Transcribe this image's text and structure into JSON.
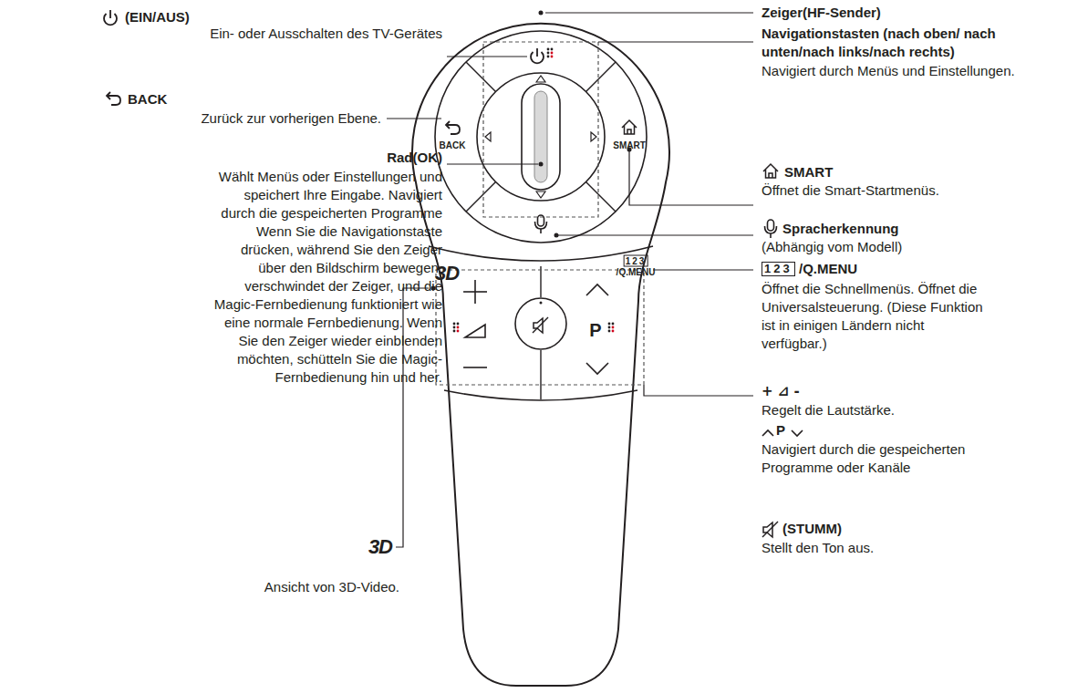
{
  "diagram": {
    "labels": [
      "(EIN/AUS)",
      "Ein- oder Ausschalten des TV-Gerätes",
      "BACK",
      "Zurück zur vorherigen Ebene.",
      "Rad(OK)",
      "Wählt Menüs oder Einstellungen und speichert Ihre Eingabe. Navigiert durch die gespeicherten Programme Wenn Sie die Navigationstaste drücken, während Sie den Zeiger über den Bildschirm bewegen, verschwindet der Zeiger, und die Magic-Fernbedienung funktioniert wie eine normale Fernbedienung. Wenn Sie den Zeiger wieder einblenden möchten, schütteln Sie die Magic-Fernbedienung hin und her.",
      "3D",
      "Ansicht von 3D-Video.",
      "Zeiger(HF-Sender)",
      "Navigationstasten (nach oben/ nach unten/nach links/nach rechts)",
      "Navigiert durch Menüs und Einstellungen.",
      "SMART",
      "Öffnet die Smart-Startmenüs.",
      "Spracherkennung",
      "(Abhängig vom Modell)",
      "123",
      "/Q.MENU",
      "Öffnet die Schnellmenüs. Öffnet die Universalsteuerung. (Diese Funktion ist in einigen Ländern nicht verfügbar.)",
      "+ ⊿ -",
      "Regelt die Lautstärke.",
      "P",
      "Navigiert durch die gespeicherten Programme oder Kanäle",
      "(STUMM)",
      "Stellt den Ton aus.",
      "BACK",
      "SMART",
      "3D",
      "123",
      "/Q.MENU",
      "P"
    ]
  }
}
